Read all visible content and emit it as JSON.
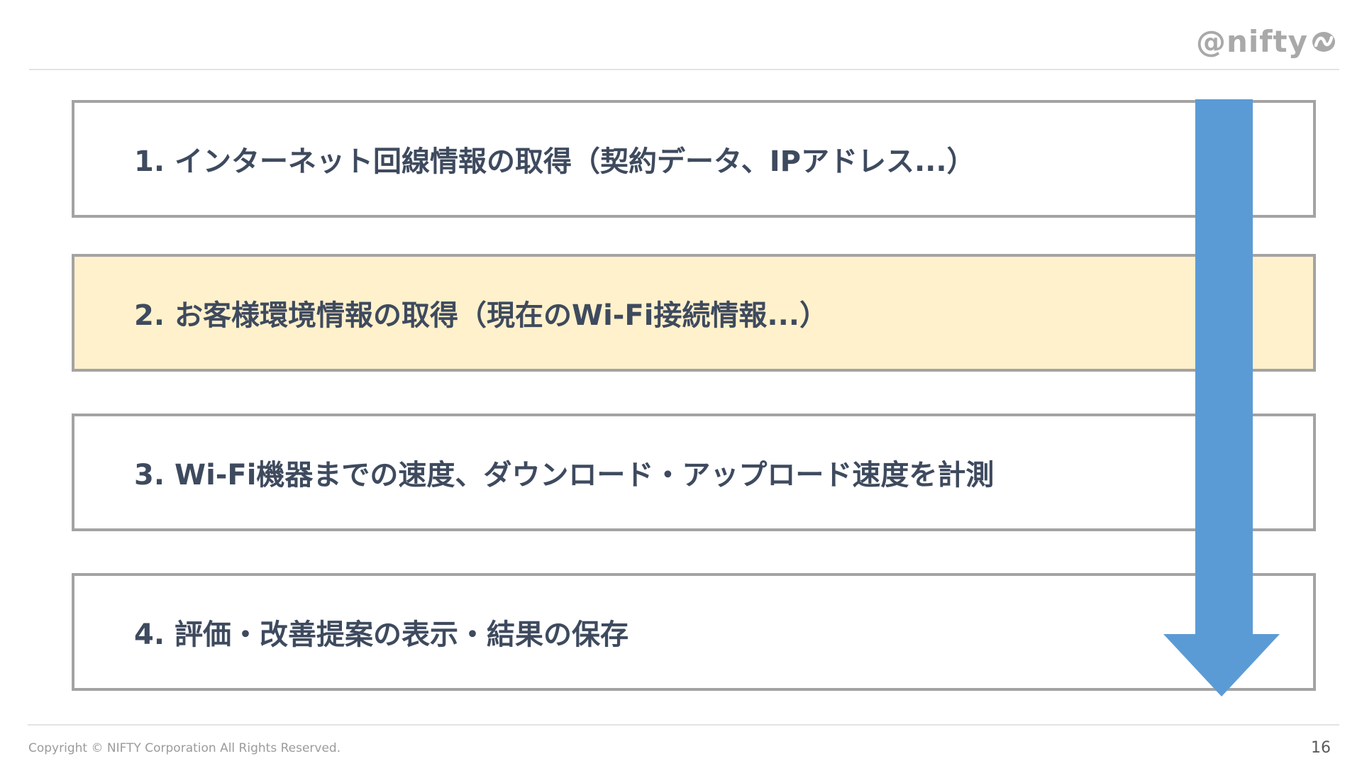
{
  "header": {
    "logo_text": "@nifty",
    "logo_icon": "nifty-swirl-icon",
    "logo_color": "#a9a9a9"
  },
  "steps": [
    {
      "label": "1. インターネット回線情報の取得（契約データ、IPアドレス...）",
      "highlighted": false
    },
    {
      "label": "2. お客様環境情報の取得（現在のWi-Fi接続情報...）",
      "highlighted": true
    },
    {
      "label": "3. Wi-Fi機器までの速度、ダウンロード・アップロード速度を計測",
      "highlighted": false
    },
    {
      "label": "4. 評価・改善提案の表示・結果の保存",
      "highlighted": false
    }
  ],
  "flow_arrow": {
    "icon": "down-arrow-icon",
    "color": "#5b9bd5"
  },
  "colors": {
    "text": "#3e4a5e",
    "highlight_bg": "#fff1cb",
    "border": "#a3a3a3"
  },
  "footer": {
    "copyright": "Copyright © NIFTY Corporation All Rights Reserved.",
    "page_number": "16"
  }
}
